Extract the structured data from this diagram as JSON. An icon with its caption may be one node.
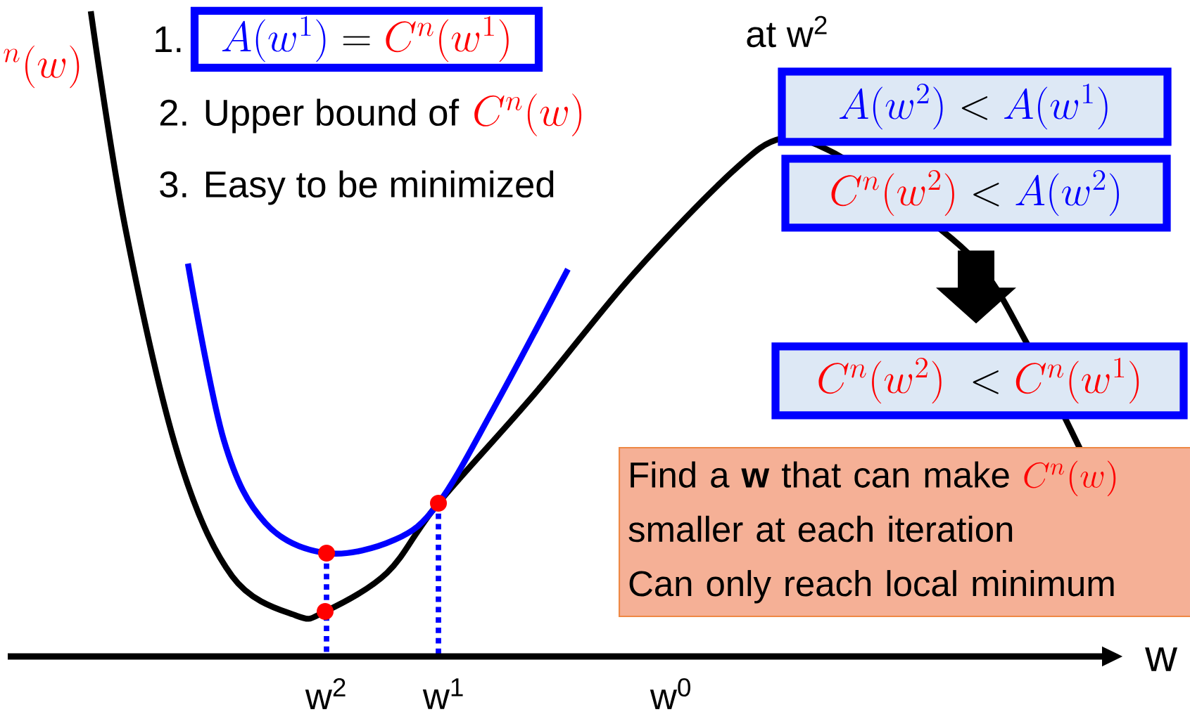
{
  "diagram": {
    "nodes": [
      {
        "text": [
          "{\\color{blue}A(w^{1})} = {\\color{red}C^{n}(w^{1})}"
        ],
        "beside": [
          "1."
        ]
      },
      {
        "text": [
          "{\\color{blue}A(w^{2})} < {\\color{blue}A(w^{1})}"
        ]
      },
      {
        "text": [
          "{\\color{red}C^{n}(w^{2})} < {\\color{blue}A(w^{2})}"
        ]
      },
      {
        "text": [
          "{\\color{red}C^{n}(w^{2})}\\ < {\\color{red}C^{n}(w^{1})}"
        ]
      },
      {
        "text": [
          "Find a **w** that can make",
          "C^{n}(w)",
          "smaller at each iteration",
          "Can only reach local minimum"
        ]
      }
    ],
    "edges": [
      {
        "from": 2,
        "to": 3,
        "arrow": "to"
      }
    ],
    "labels": [
      "{}^{n}(w)",
      "2. Upper bound of",
      "C^{n}(w)",
      "3. Easy to be minimized",
      "at w$^{2}$",
      "w$^{2}$",
      "w$^{1}$",
      "w$^{0}$",
      "w"
    ]
  }
}
